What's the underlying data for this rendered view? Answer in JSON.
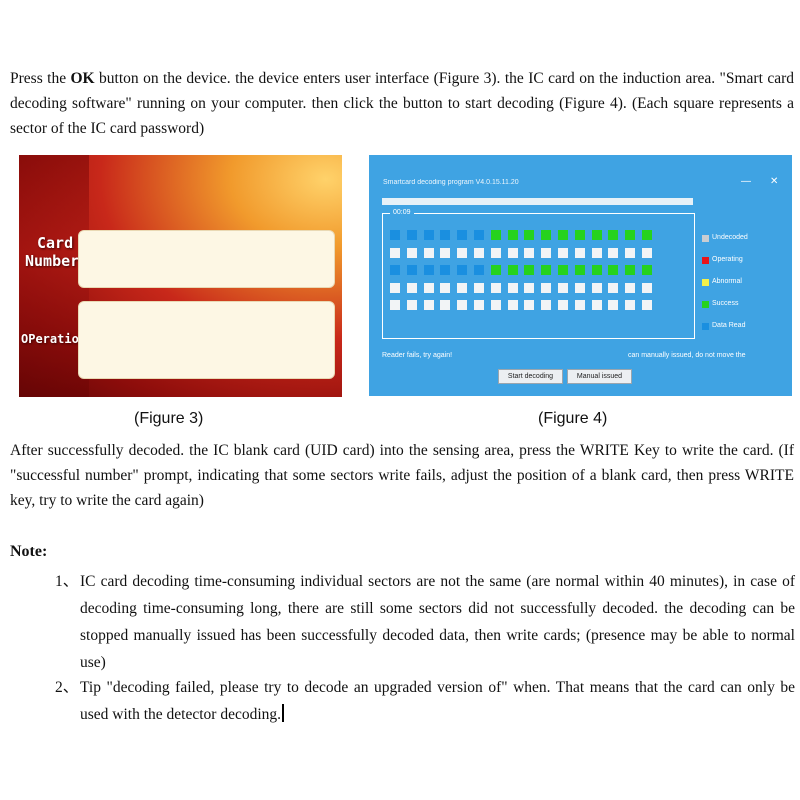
{
  "intro": {
    "part1": "Press the ",
    "bold": "OK",
    "part2": " button on the device. the device enters user interface (Figure 3). the IC card on the induction area. \"Smart card decoding software\" running on your computer. then click the button to start decoding (Figure 4). (Each square represents a sector of the IC card password)"
  },
  "figure3": {
    "card_label_line1": "Card",
    "card_label_line2": "Number",
    "operation_label": "OPeration",
    "caption": "(Figure 3)"
  },
  "figure4": {
    "window_title": "Smartcard decoding program V4.0.15.11.20",
    "minimize": "—",
    "close": "✕",
    "timer": "00:09",
    "status_left": "Reader fails, try again!",
    "status_right": "can manually issued, do not move the",
    "start_button": "Start decoding",
    "manual_button": "Manual issued",
    "caption": "(Figure 4)",
    "legend": [
      {
        "label": "Undecoded",
        "color": "#c9cdd2"
      },
      {
        "label": "Operating",
        "color": "#e8141c"
      },
      {
        "label": "Abnormal",
        "color": "#f2f04a"
      },
      {
        "label": "Success",
        "color": "#26d21e"
      },
      {
        "label": "Data Read",
        "color": "#1a8fe0"
      }
    ],
    "grid_rows": [
      [
        "blue",
        "blue",
        "blue",
        "blue",
        "blue",
        "blue",
        "green",
        "green",
        "green",
        "green",
        "green",
        "green",
        "green",
        "green",
        "green",
        "green"
      ],
      [
        "white",
        "white",
        "white",
        "white",
        "white",
        "white",
        "white",
        "white",
        "white",
        "white",
        "white",
        "white",
        "white",
        "white",
        "white",
        "white"
      ],
      [
        "blue",
        "blue",
        "blue",
        "blue",
        "blue",
        "blue",
        "green",
        "green",
        "green",
        "green",
        "green",
        "green",
        "green",
        "green",
        "green",
        "green"
      ],
      [
        "white",
        "white",
        "white",
        "white",
        "white",
        "white",
        "white",
        "white",
        "white",
        "white",
        "white",
        "white",
        "white",
        "white",
        "white",
        "white"
      ],
      [
        "white",
        "white",
        "white",
        "white",
        "white",
        "white",
        "white",
        "white",
        "white",
        "white",
        "white",
        "white",
        "white",
        "white",
        "white",
        "white"
      ]
    ]
  },
  "after": {
    "text": "After successfully decoded. the IC blank card (UID card) into the sensing area, press the WRITE Key to write the card. (If \"successful number\" prompt, indicating that some sectors write fails, adjust the position of a blank card, then press WRITE key, try to write the card again)"
  },
  "note": {
    "title": "Note:",
    "items": [
      {
        "number": "1、",
        "text": "IC card decoding time-consuming individual sectors are not the same (are normal within 40 minutes), in case of decoding time-consuming long, there are still some sectors did not successfully decoded. the decoding can be stopped manually issued has been successfully decoded data, then write cards; (presence may be able to normal use)"
      },
      {
        "number": "2、",
        "text": "Tip \"decoding failed, please try to decode an upgraded version of\" when. That means that the card can only be used with the detector decoding."
      }
    ]
  },
  "cell_colors": {
    "blue": "#1a8fe0",
    "green": "#26d21e",
    "white": "#f2f4f6"
  }
}
